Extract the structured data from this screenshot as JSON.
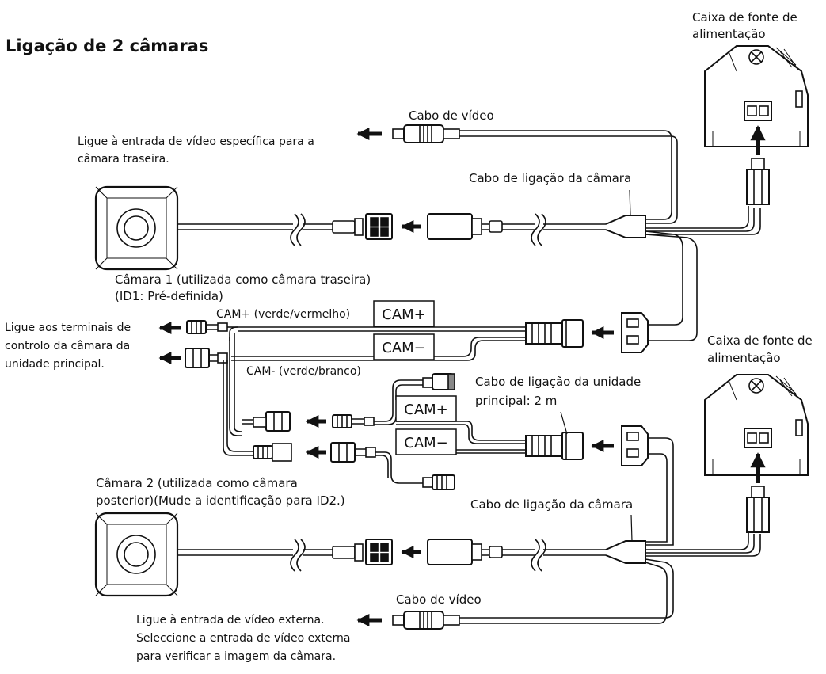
{
  "title": "Ligação de 2 câmaras",
  "power_box_1": {
    "line1": "Caixa de fonte de",
    "line2": "alimentação"
  },
  "power_box_2": {
    "line1": "Caixa de fonte de",
    "line2": "alimentação"
  },
  "video_cable_top": "Cabo de vídeo",
  "video_cable_bottom": "Cabo de vídeo",
  "rear_video_note": {
    "line1": "Ligue à entrada de vídeo específica para a",
    "line2": "câmara traseira."
  },
  "camera_cable_top": "Cabo de ligação da câmara",
  "camera_cable_bottom": "Cabo de ligação da câmara",
  "camera1": {
    "line1": "Câmara 1 (utilizada como câmara traseira)",
    "line2": "(ID1: Pré-definida)"
  },
  "control_note": {
    "line1": "Ligue aos terminais de",
    "line2": "controlo da câmara da",
    "line3": "unidade principal."
  },
  "cam_plus_wire": "CAM+ (verde/vermelho)",
  "cam_minus_wire": "CAM- (verde/branco)",
  "cam_plus_tag": "CAM+",
  "cam_minus_tag": "CAM−",
  "main_unit_cable": {
    "line1": "Cabo de ligação da unidade",
    "line2": "principal: 2 m"
  },
  "camera2": {
    "line1": "Câmara 2 (utilizada como câmara",
    "line2": "posterior)(Mude a identificação para ID2.)"
  },
  "external_video_note": {
    "line1": "Ligue à entrada de vídeo externa.",
    "line2": "Seleccione a entrada de vídeo externa",
    "line3": "para verificar a imagem da câmara."
  }
}
